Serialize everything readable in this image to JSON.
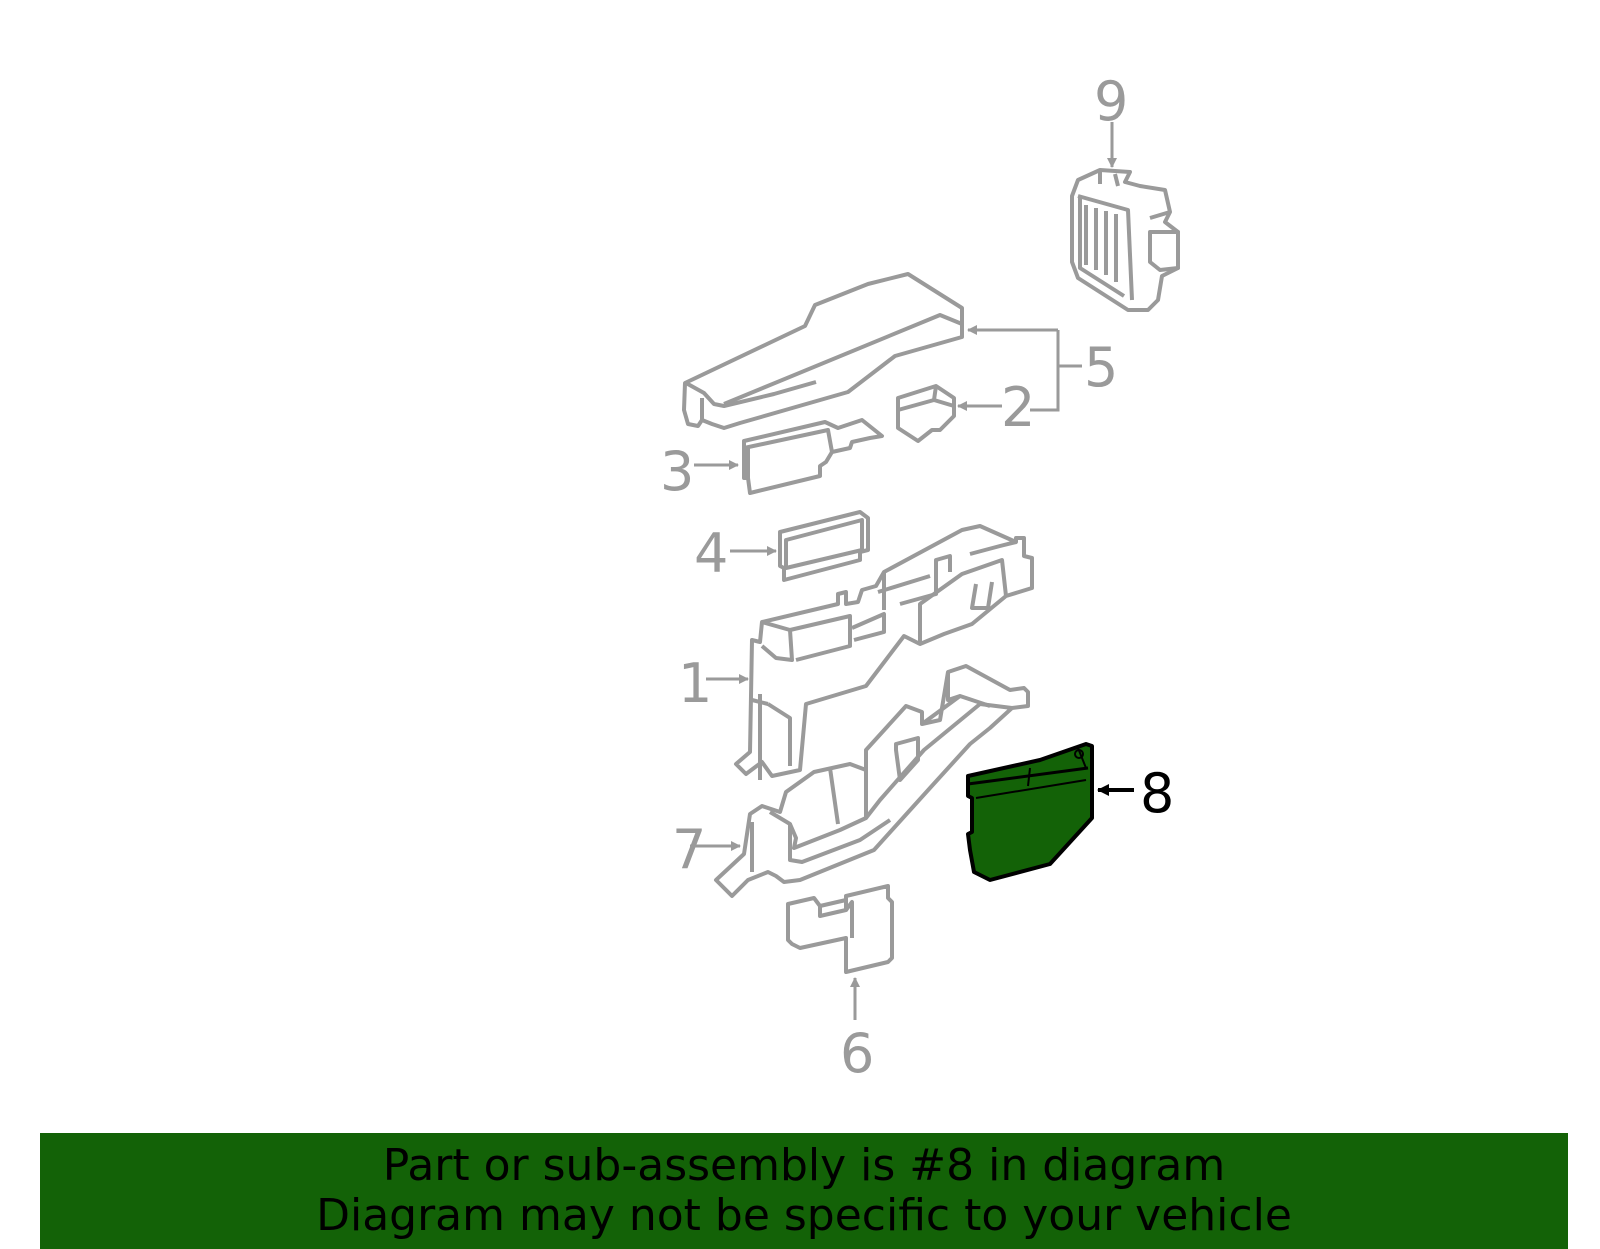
{
  "colors": {
    "background": "#ffffff",
    "part_stroke": "#9a9a9a",
    "highlight_fill": "#136207",
    "highlight_stroke": "#000000",
    "banner": "#136207",
    "banner_text": "#000000"
  },
  "callouts": {
    "c1": "1",
    "c2": "2",
    "c3": "3",
    "c4": "4",
    "c5": "5",
    "c6": "6",
    "c7": "7",
    "c8": "8",
    "c9": "9"
  },
  "highlighted_part": "8",
  "banner": {
    "line1": "Part or sub-assembly is #8 in diagram",
    "line2": "Diagram may not be specific to your vehicle"
  }
}
